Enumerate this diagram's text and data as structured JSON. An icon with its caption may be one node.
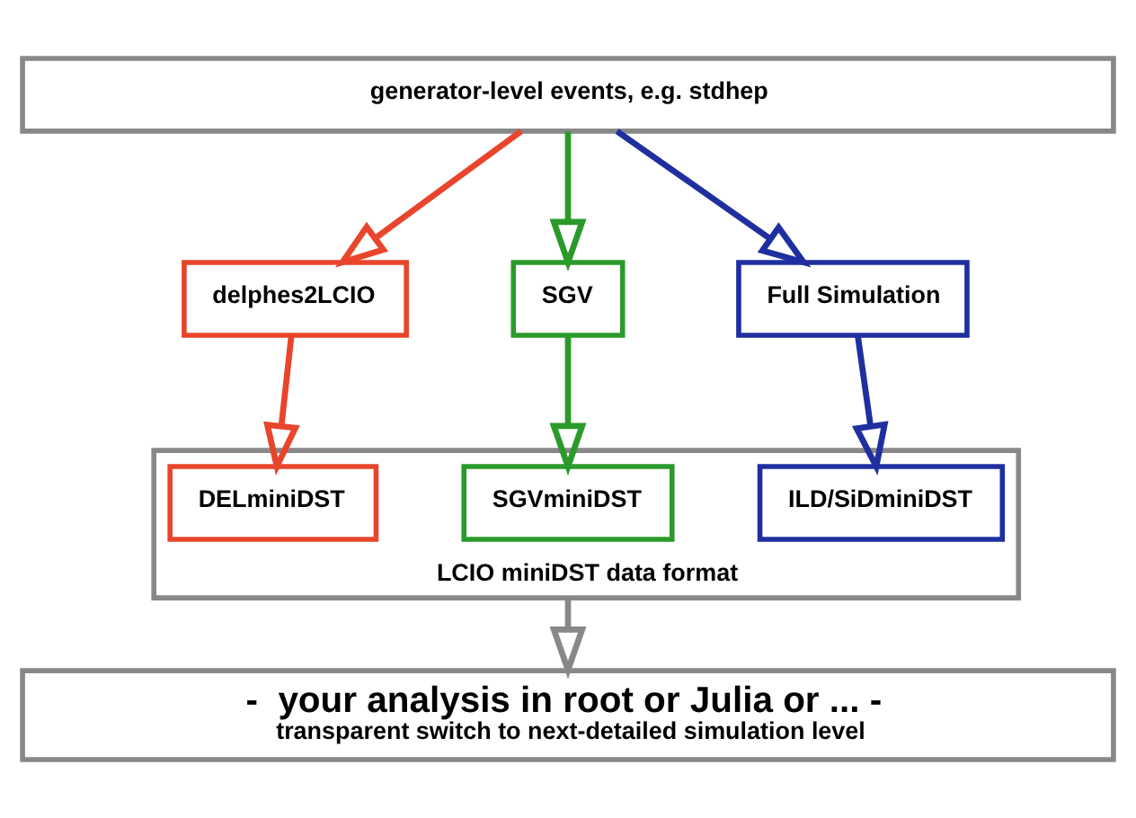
{
  "diagram": {
    "nodes": [
      {
        "text": [
          "generator-level events, e.g. stdhep"
        ]
      },
      {
        "text": [
          "delphes2LCIO"
        ]
      },
      {
        "text": [
          "SGV"
        ]
      },
      {
        "text": [
          "Full Simulation"
        ]
      },
      {
        "text": [
          "LCIO miniDST data format"
        ]
      },
      {
        "text": [
          "DELminiDST"
        ],
        "in": 4
      },
      {
        "text": [
          "SGVminiDST"
        ],
        "in": 4
      },
      {
        "text": [
          "ILD/SiDminiDST"
        ],
        "in": 4
      },
      {
        "text": [
          "-  your analysis in root or Julia or ... -",
          "transparent switch to next-detailed simulation level"
        ]
      }
    ],
    "edges": [
      {
        "from": 0,
        "to": 1,
        "arrow": "to",
        "color": "#e8452c"
      },
      {
        "from": 0,
        "to": 2,
        "arrow": "to",
        "color": "#2a9a2a"
      },
      {
        "from": 0,
        "to": 3,
        "arrow": "to",
        "color": "#1f2fa0"
      },
      {
        "from": 1,
        "to": 5,
        "arrow": "to",
        "color": "#e8452c"
      },
      {
        "from": 2,
        "to": 6,
        "arrow": "to",
        "color": "#2a9a2a"
      },
      {
        "from": 3,
        "to": 7,
        "arrow": "to",
        "color": "#1f2fa0"
      },
      {
        "from": 4,
        "to": 8,
        "arrow": "to",
        "color": "#888888"
      }
    ]
  }
}
